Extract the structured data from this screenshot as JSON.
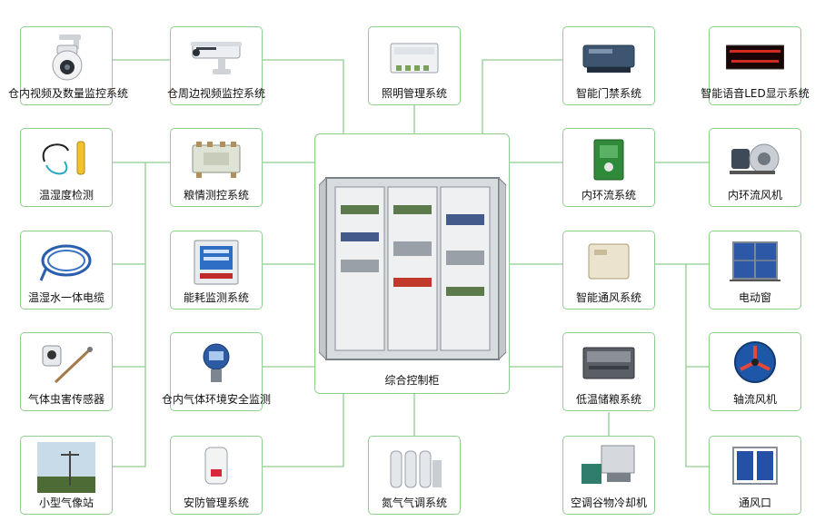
{
  "center": {
    "label": "综合控制柜",
    "icon": "control-cabinet-icon"
  },
  "nodes": [
    {
      "id": "warehouse-video",
      "label": "仓内视频及数量监控系统",
      "icon": "ptz-dome-camera-icon"
    },
    {
      "id": "perimeter-video",
      "label": "仓周边视频监控系统",
      "icon": "bullet-camera-icon"
    },
    {
      "id": "lighting",
      "label": "照明管理系统",
      "icon": "din-relay-module-icon"
    },
    {
      "id": "access-control",
      "label": "智能门禁系统",
      "icon": "access-controller-icon"
    },
    {
      "id": "led-display",
      "label": "智能语音LED显示系统",
      "icon": "led-display-icon"
    },
    {
      "id": "temp-humidity",
      "label": "温湿度检测",
      "icon": "humidity-sensor-icon"
    },
    {
      "id": "grain-monitor",
      "label": "粮情测控系统",
      "icon": "grain-monitor-unit-icon"
    },
    {
      "id": "circulation",
      "label": "内环流系统",
      "icon": "circulation-controller-icon"
    },
    {
      "id": "circulation-fan",
      "label": "内环流风机",
      "icon": "circulation-fan-icon"
    },
    {
      "id": "cable",
      "label": "温湿水一体电缆",
      "icon": "sensor-cable-icon"
    },
    {
      "id": "energy",
      "label": "能耗监测系统",
      "icon": "energy-meter-icon"
    },
    {
      "id": "ventilation",
      "label": "智能通风系统",
      "icon": "ventilation-box-icon"
    },
    {
      "id": "electric-window",
      "label": "电动窗",
      "icon": "electric-window-icon"
    },
    {
      "id": "pest-sensor",
      "label": "气体虫害传感器",
      "icon": "gas-pest-sensor-icon"
    },
    {
      "id": "gas-safety",
      "label": "仓内气体环境安全监测",
      "icon": "gas-detector-icon"
    },
    {
      "id": "low-temp",
      "label": "低温储粮系统",
      "icon": "din-controller-icon"
    },
    {
      "id": "axial-fan",
      "label": "轴流风机",
      "icon": "axial-fan-icon"
    },
    {
      "id": "weather",
      "label": "小型气像站",
      "icon": "weather-station-icon"
    },
    {
      "id": "security",
      "label": "安防管理系统",
      "icon": "security-detector-icon"
    },
    {
      "id": "nitrogen",
      "label": "氮气气调系统",
      "icon": "nitrogen-generator-icon"
    },
    {
      "id": "cooler",
      "label": "空调谷物冷却机",
      "icon": "grain-cooler-icon"
    },
    {
      "id": "vent-opening",
      "label": "通风口",
      "icon": "vent-opening-icon"
    }
  ],
  "colors": {
    "connector": "#8fce8f",
    "border": "#8fce8f",
    "label": "#111111"
  }
}
